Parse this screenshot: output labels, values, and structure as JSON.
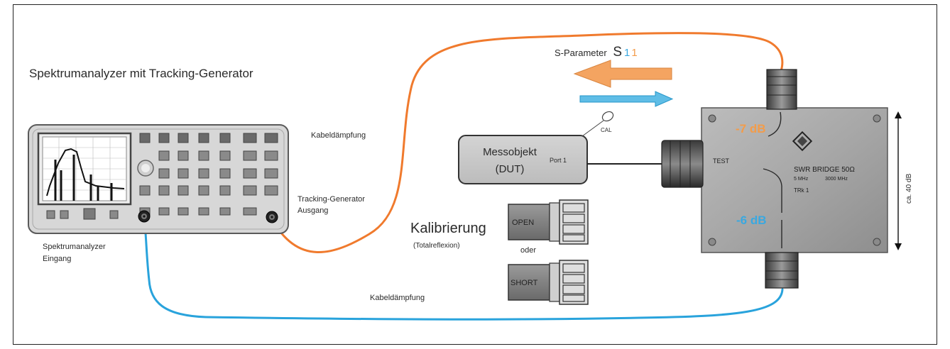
{
  "title": "Spektrumanalyzer  mit Tracking-Generator",
  "analyzer_input_label": [
    "Spektrumanalyzer",
    "Eingang"
  ],
  "tg_output_label": [
    "Tracking-Generator",
    "Ausgang"
  ],
  "cable_loss_top": "Kabeldämpfung",
  "cable_loss_bottom": "Kabeldämpfung",
  "s_param": {
    "prefix": "S-Parameter",
    "symbol": "S",
    "index_1": "1",
    "index_2": "1"
  },
  "dut": {
    "line1": "Messobjekt",
    "line2": "(DUT)",
    "port": "Port 1",
    "cal": "CAL"
  },
  "calibration": {
    "title": "Kalibrierung",
    "subtitle": "(Totalreflexion)",
    "or": "oder",
    "open": "OPEN",
    "short": "SHORT"
  },
  "bridge": {
    "att_top": "-7 dB",
    "att_bottom": "-6 dB",
    "test": "TEST",
    "name": "SWR BRIDGE 50Ω",
    "range_lo": "5 MHz",
    "range_hi": "3000 MHz",
    "model": "TRk 1"
  },
  "directivity": "ca. 40 dB",
  "colors": {
    "orange": "#f07a2d",
    "blue": "#29a3dc",
    "orange_text": "#f39c4a",
    "blue_text": "#3aa8e0"
  }
}
